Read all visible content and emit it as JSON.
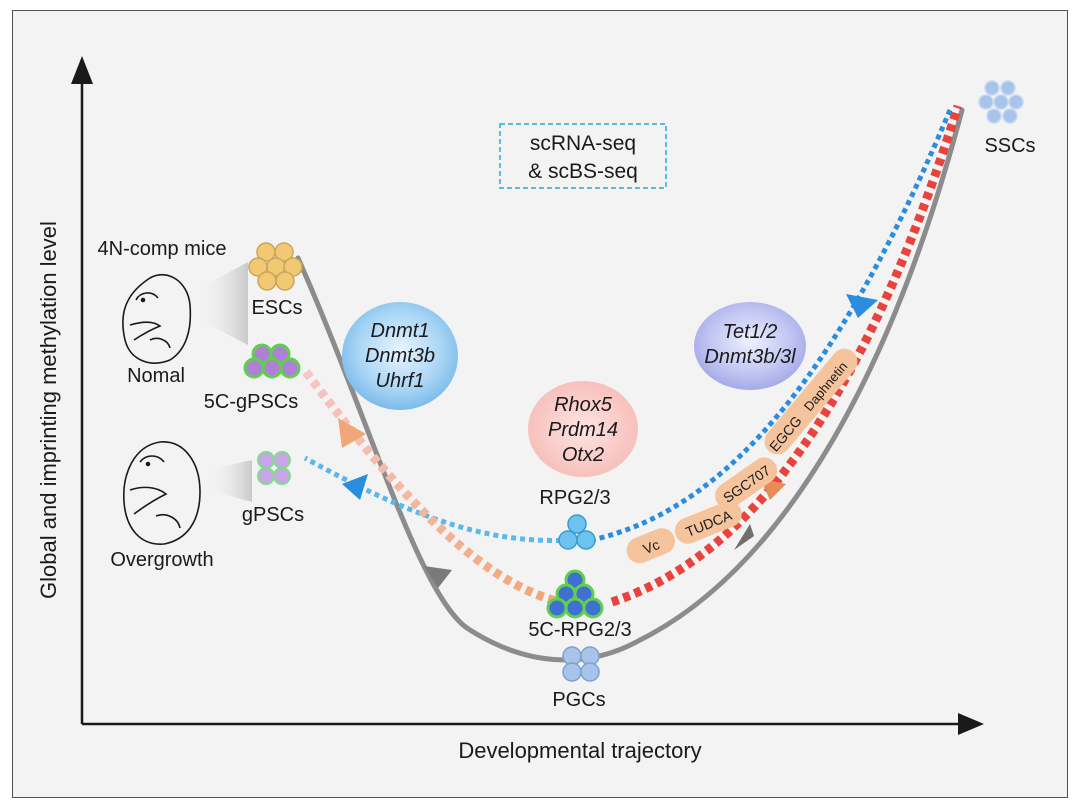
{
  "axes": {
    "x_label": "Developmental trajectory",
    "y_label": "Global and imprinting methylation level"
  },
  "method_box": {
    "line1": "scRNA-seq",
    "line2": "& scBS-seq"
  },
  "cells": {
    "escs": "ESCs",
    "fivec_gpscs": "5C-gPSCs",
    "gpscs": "gPSCs",
    "rpg23": "RPG2/3",
    "fivec_rpg23": "5C-RPG2/3",
    "pgcs": "PGCs",
    "sscs": "SSCs"
  },
  "mice": {
    "top_label": "4N-comp mice",
    "normal": "Nomal",
    "overgrowth": "Overgrowth"
  },
  "gene_bubbles": {
    "left": [
      "Dnmt1",
      "Dnmt3b",
      "Uhrf1"
    ],
    "middle": [
      "Rhox5",
      "Prdm14",
      "Otx2"
    ],
    "right": [
      "Tet1/2",
      "Dnmt3b/3l"
    ]
  },
  "compounds": [
    "Vc",
    "TUDCA",
    "SGC707",
    "EGCG",
    "Daphnetin"
  ],
  "colors": {
    "cell_escs": "#f3c872",
    "cell_5c": "#b07fd6",
    "cell_5c_border": "#5fcf4f",
    "cell_blue": "#6ec3ee",
    "cell_pgc": "#a8c4ea",
    "cell_5crpg": "#3f6fd0",
    "red_dash": "#e8443d",
    "blue_dash": "#2b8de0",
    "orange_dash": "#f0a070",
    "curve": "#8c8c8c"
  }
}
